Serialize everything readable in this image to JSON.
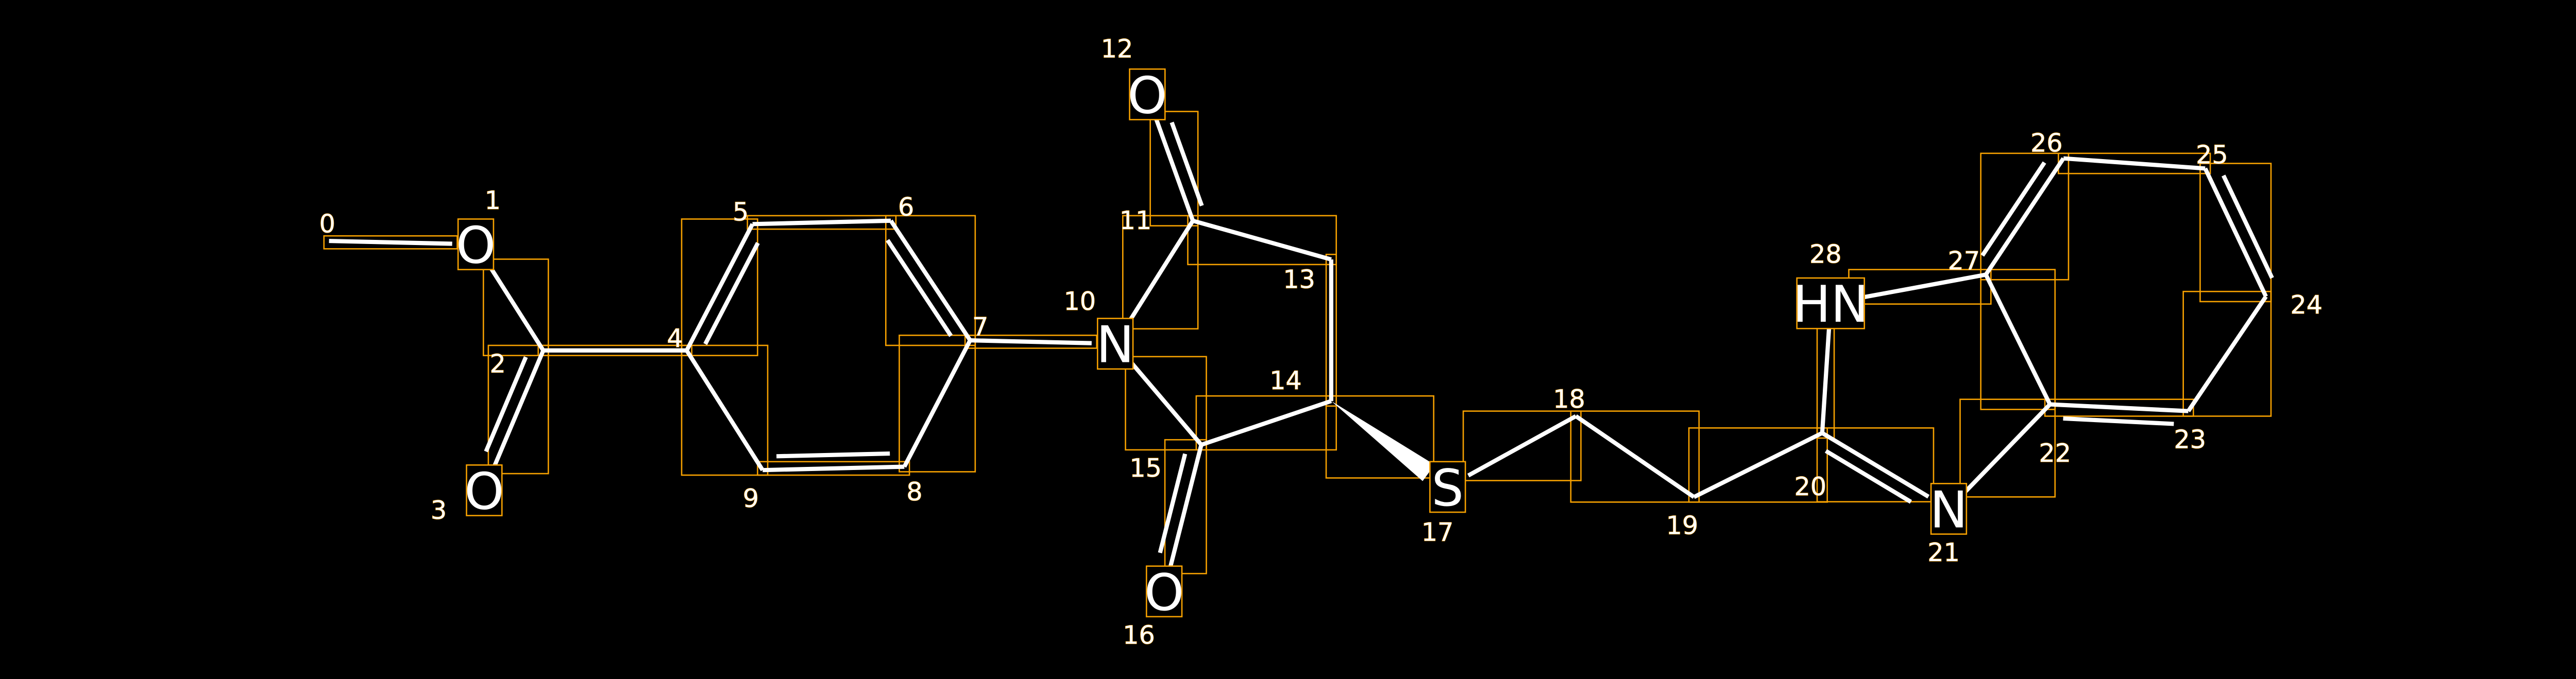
{
  "molecule": {
    "atoms": [
      {
        "index": "0",
        "symbol": ""
      },
      {
        "index": "1",
        "symbol": "O"
      },
      {
        "index": "2",
        "symbol": ""
      },
      {
        "index": "3",
        "symbol": "O"
      },
      {
        "index": "4",
        "symbol": ""
      },
      {
        "index": "5",
        "symbol": ""
      },
      {
        "index": "6",
        "symbol": ""
      },
      {
        "index": "7",
        "symbol": ""
      },
      {
        "index": "8",
        "symbol": ""
      },
      {
        "index": "9",
        "symbol": ""
      },
      {
        "index": "10",
        "symbol": "N"
      },
      {
        "index": "11",
        "symbol": ""
      },
      {
        "index": "12",
        "symbol": "O"
      },
      {
        "index": "13",
        "symbol": ""
      },
      {
        "index": "14",
        "symbol": ""
      },
      {
        "index": "15",
        "symbol": ""
      },
      {
        "index": "16",
        "symbol": "O"
      },
      {
        "index": "17",
        "symbol": "S"
      },
      {
        "index": "18",
        "symbol": ""
      },
      {
        "index": "19",
        "symbol": ""
      },
      {
        "index": "20",
        "symbol": ""
      },
      {
        "index": "21",
        "symbol": "N"
      },
      {
        "index": "22",
        "symbol": ""
      },
      {
        "index": "23",
        "symbol": ""
      },
      {
        "index": "24",
        "symbol": ""
      },
      {
        "index": "25",
        "symbol": ""
      },
      {
        "index": "26",
        "symbol": ""
      },
      {
        "index": "27",
        "symbol": ""
      },
      {
        "index": "28",
        "symbol": "HN"
      }
    ],
    "bonds": [
      [
        0,
        1,
        "single"
      ],
      [
        1,
        2,
        "single"
      ],
      [
        2,
        3,
        "double"
      ],
      [
        2,
        4,
        "single"
      ],
      [
        4,
        5,
        "double"
      ],
      [
        5,
        6,
        "single"
      ],
      [
        6,
        7,
        "double"
      ],
      [
        7,
        8,
        "single"
      ],
      [
        8,
        9,
        "double"
      ],
      [
        9,
        4,
        "single"
      ],
      [
        7,
        10,
        "single"
      ],
      [
        10,
        11,
        "single"
      ],
      [
        11,
        12,
        "double"
      ],
      [
        11,
        13,
        "single"
      ],
      [
        13,
        14,
        "single"
      ],
      [
        14,
        15,
        "single"
      ],
      [
        15,
        16,
        "double"
      ],
      [
        15,
        10,
        "single"
      ],
      [
        14,
        17,
        "wedge"
      ],
      [
        17,
        18,
        "single"
      ],
      [
        18,
        19,
        "single"
      ],
      [
        19,
        20,
        "single"
      ],
      [
        20,
        21,
        "double"
      ],
      [
        21,
        22,
        "single"
      ],
      [
        22,
        27,
        "single"
      ],
      [
        22,
        23,
        "double"
      ],
      [
        23,
        24,
        "single"
      ],
      [
        24,
        25,
        "double"
      ],
      [
        25,
        26,
        "single"
      ],
      [
        26,
        27,
        "double"
      ],
      [
        27,
        28,
        "single"
      ],
      [
        28,
        20,
        "single"
      ]
    ]
  },
  "colors": {
    "background": "#000000",
    "bond": "#ffffff",
    "box": "#f5a000"
  }
}
